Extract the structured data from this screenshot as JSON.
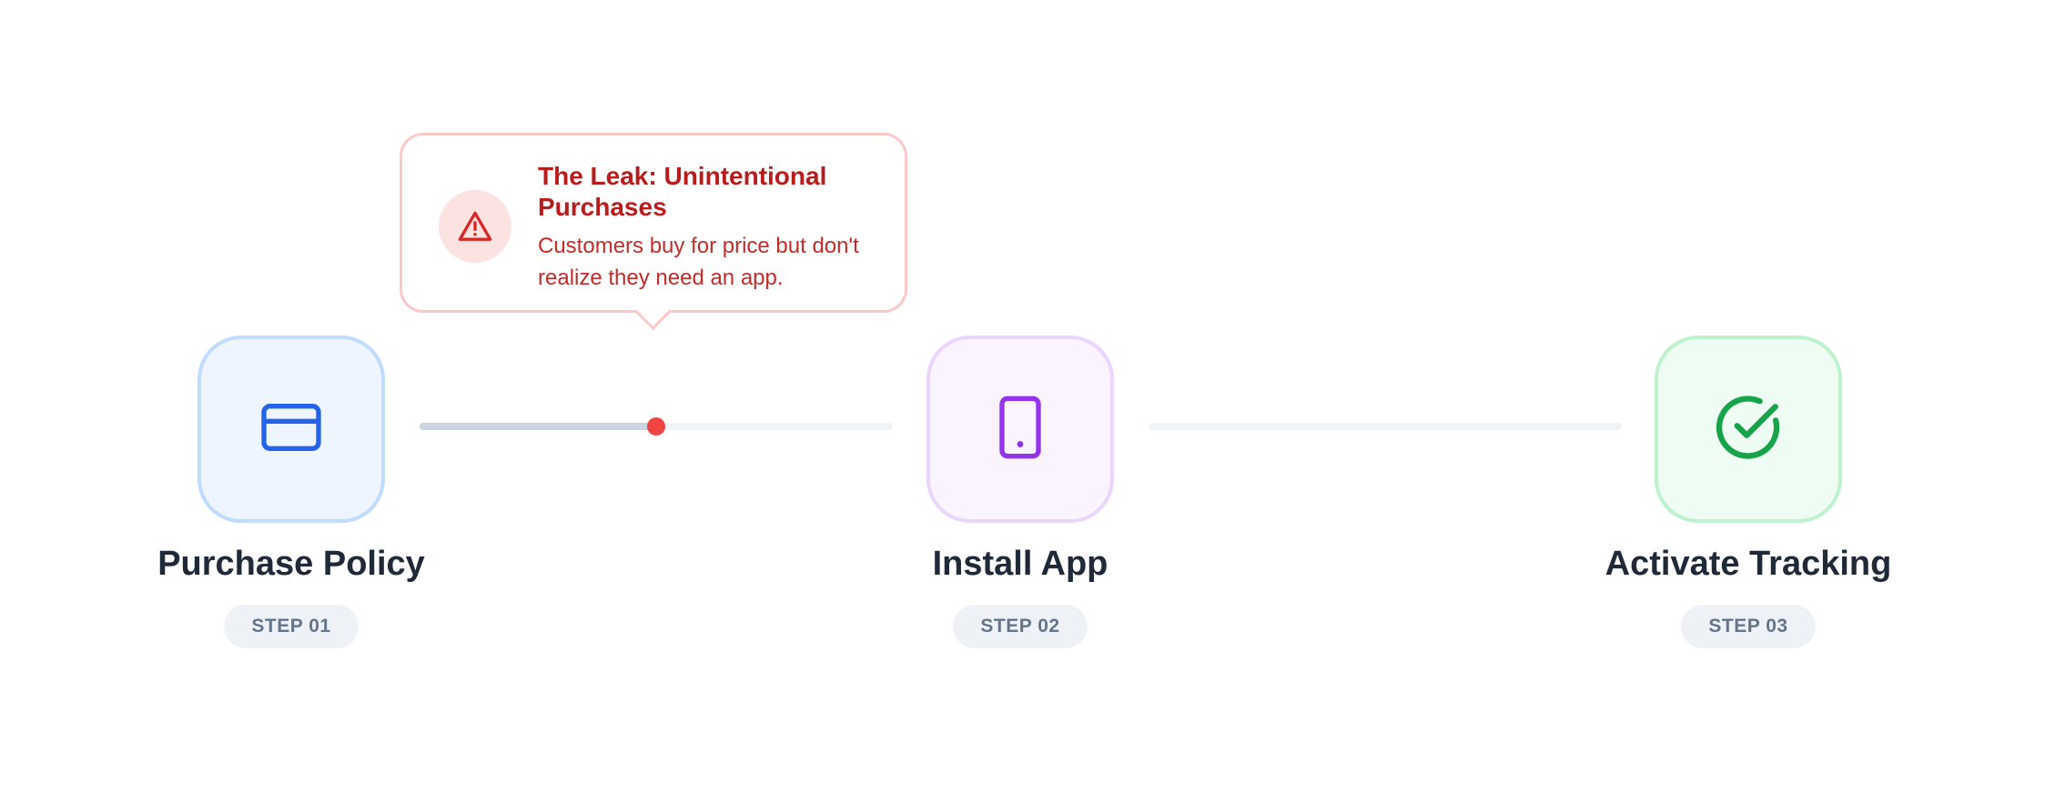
{
  "callout": {
    "title": "The Leak: Unintentional Purchases",
    "body": "Customers buy for price but don't realize they need an app.",
    "icon": "warning-triangle-icon",
    "color": "#b91c1c"
  },
  "steps": [
    {
      "title": "Purchase Policy",
      "badge": "STEP 01",
      "icon": "credit-card-icon",
      "color": "#2563eb"
    },
    {
      "title": "Install App",
      "badge": "STEP 02",
      "icon": "smartphone-icon",
      "color": "#9333ea"
    },
    {
      "title": "Activate Tracking",
      "badge": "STEP 03",
      "icon": "check-circle-icon",
      "color": "#16a34a"
    }
  ],
  "connectors": [
    {
      "from": "STEP 01",
      "to": "STEP 02",
      "progress": 0.5,
      "marker": "leak-point"
    },
    {
      "from": "STEP 02",
      "to": "STEP 03",
      "progress": 0
    }
  ]
}
